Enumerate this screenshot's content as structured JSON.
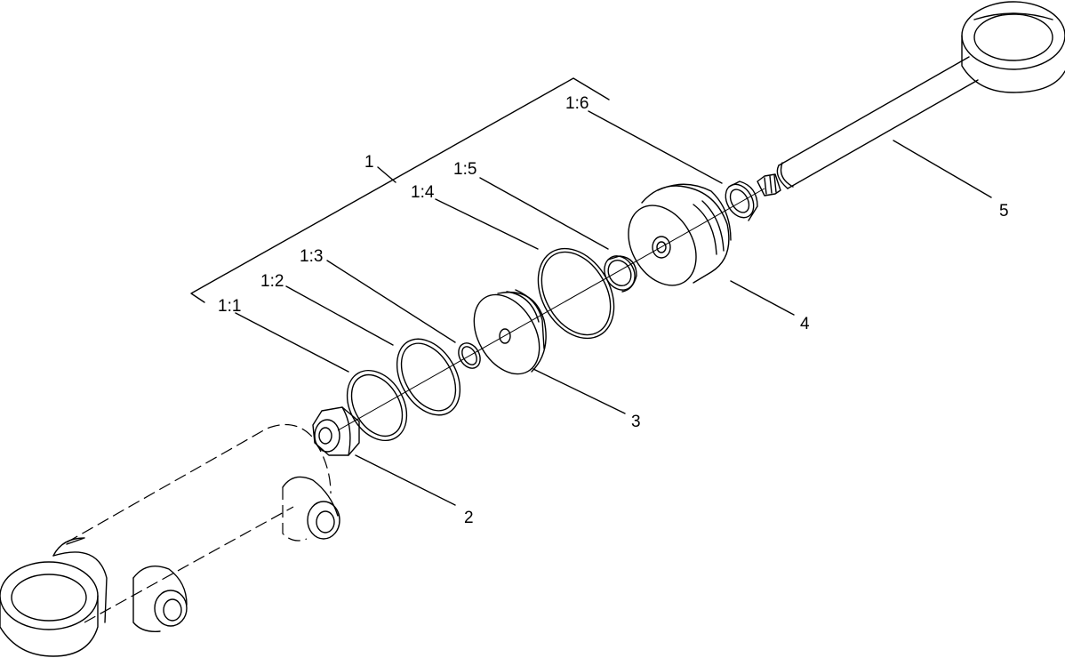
{
  "diagram": {
    "callouts": {
      "assembly": "1",
      "p1_1": "1:1",
      "p1_2": "1:2",
      "p1_3": "1:3",
      "p1_4": "1:4",
      "p1_5": "1:5",
      "p1_6": "1:6",
      "p2": "2",
      "p3": "3",
      "p4": "4",
      "p5": "5"
    }
  }
}
